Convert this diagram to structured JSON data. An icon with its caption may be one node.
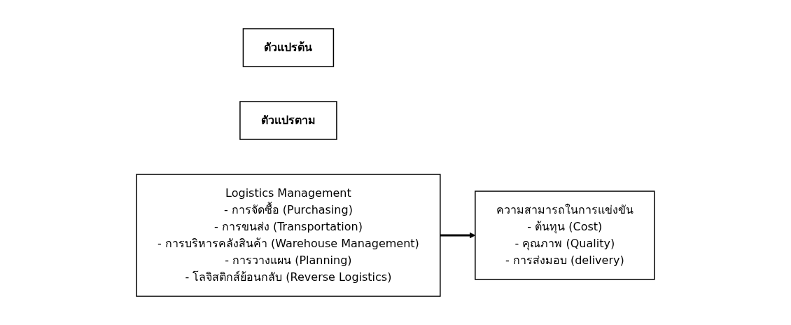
{
  "diagram": {
    "nodes": [
      {
        "text": [
          "ตัวแปรต้น"
        ]
      },
      {
        "text": [
          "ตัวแปรตาม"
        ]
      },
      {
        "text": [
          "Logistics Management",
          "- การจัดซื้อ (Purchasing)",
          "- การขนส่ง (Transportation)",
          "- การบริหารคลังสินค้า (Warehouse Management)",
          "- การวางแผน (Planning)",
          "- โลจิสติกส์ย้อนกลับ (Reverse Logistics)"
        ]
      },
      {
        "text": [
          "ความสามารถในการแข่งขัน",
          "- ต้นทุน (Cost)",
          "- คุณภาพ (Quality)",
          "- การส่งมอบ (delivery)"
        ]
      }
    ],
    "edges": [
      {
        "from": 2,
        "to": 3,
        "arrow": "to"
      }
    ]
  }
}
